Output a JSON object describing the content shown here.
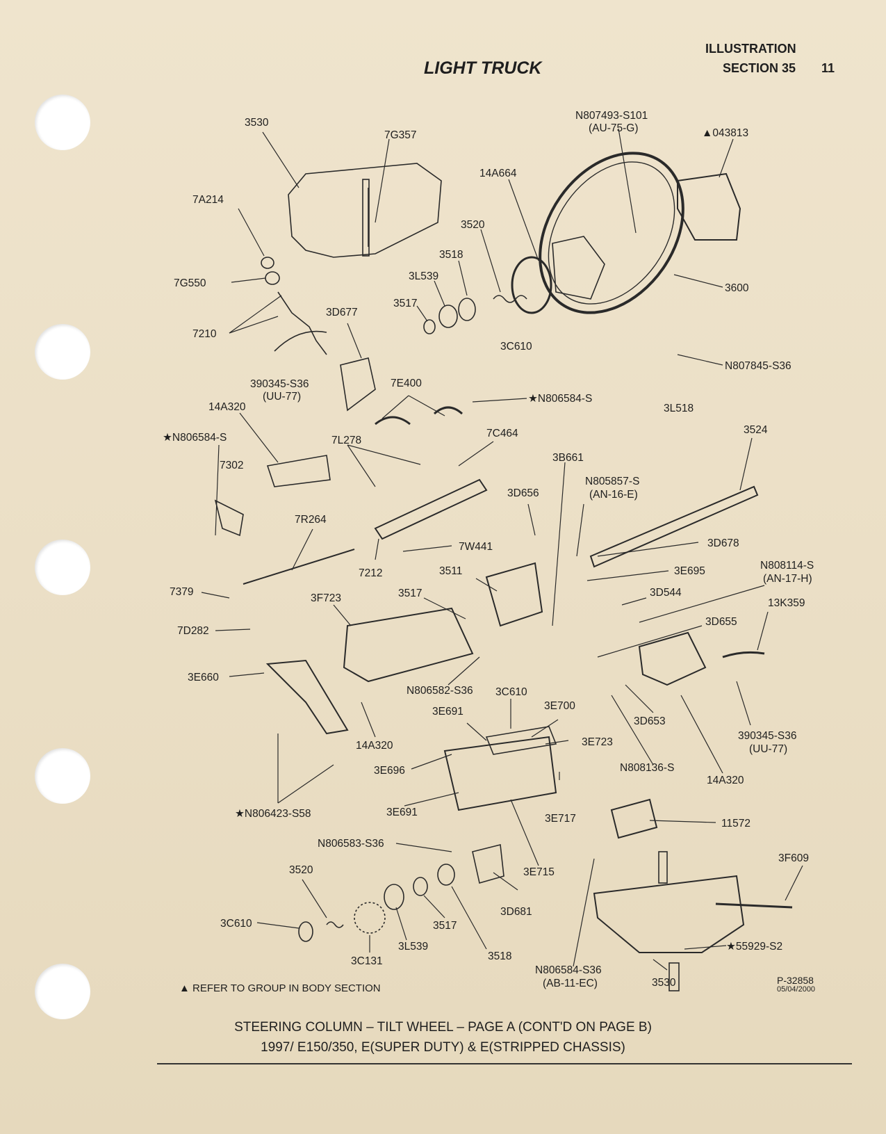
{
  "header": {
    "title": "LIGHT TRUCK",
    "illustration": "ILLUSTRATION",
    "section": "SECTION 35",
    "page_number": "11"
  },
  "labels": {
    "l3530_top": "3530",
    "l7G357": "7G357",
    "lN807493a": "N807493-S101",
    "lN807493b": "(AU-75-G)",
    "l043813": "▲043813",
    "l14A664": "14A664",
    "l7A214": "7A214",
    "l3520_top": "3520",
    "l3518_top": "3518",
    "l3L539_top": "3L539",
    "l7G550": "7G550",
    "l3600": "3600",
    "l3517_top": "3517",
    "l3D677": "3D677",
    "l7210": "7210",
    "l3C610_top": "3C610",
    "lN807845": "N807845-S36",
    "l390345a": "390345-S36",
    "l390345b": "(UU-77)",
    "l7E400": "7E400",
    "lN806584_top": "★N806584-S",
    "l14A320_left": "14A320",
    "l3L518": "3L518",
    "lN806584_left": "★N806584-S",
    "l7L278": "7L278",
    "l7C464": "7C464",
    "l3524": "3524",
    "l7302": "7302",
    "l3B661": "3B661",
    "lN805857a": "N805857-S",
    "lN805857b": "(AN-16-E)",
    "l3D656": "3D656",
    "l7R264": "7R264",
    "l7W441": "7W441",
    "l3D678": "3D678",
    "l7212": "7212",
    "l3511": "3511",
    "l3E695": "3E695",
    "lN808114a": "N808114-S",
    "lN808114b": "(AN-17-H)",
    "l7379": "7379",
    "l3F723": "3F723",
    "l3517_mid": "3517",
    "l3D544": "3D544",
    "l13K359": "13K359",
    "l3D655": "3D655",
    "l7D282": "7D282",
    "l3E660": "3E660",
    "lN806582": "N806582-S36",
    "l3C610_mid": "3C610",
    "l3E691_top": "3E691",
    "l3E700": "3E700",
    "l3D653": "3D653",
    "l14A320_mid": "14A320",
    "l3E723": "3E723",
    "l390345c": "390345-S36",
    "l390345d": "(UU-77)",
    "l3E696": "3E696",
    "lN808136": "N808136-S",
    "l14A320_right": "14A320",
    "lN806423": "★N806423-S58",
    "l3E691_bot": "3E691",
    "l3E717": "3E717",
    "l11572": "11572",
    "lN806583": "N806583-S36",
    "l3E715": "3E715",
    "l3F609": "3F609",
    "l3520_bot": "3520",
    "l3D681": "3D681",
    "l3C610_bot": "3C610",
    "l3517_bot": "3517",
    "l55929": "★55929-S2",
    "l3L539_bot": "3L539",
    "l3518_bot": "3518",
    "l3C131": "3C131",
    "lN806584a": "N806584-S36",
    "lN806584b": "(AB-11-EC)",
    "l3530_bot": "3530"
  },
  "footer": {
    "note": "▲ REFER TO GROUP IN BODY SECTION",
    "part_number": "P-32858",
    "date": "05/04/2000",
    "caption_line1": "STEERING COLUMN – TILT WHEEL – PAGE A (CONT'D ON PAGE B)",
    "caption_line2": "1997/ E150/350, E(SUPER DUTY) & E(STRIPPED CHASSIS)"
  }
}
